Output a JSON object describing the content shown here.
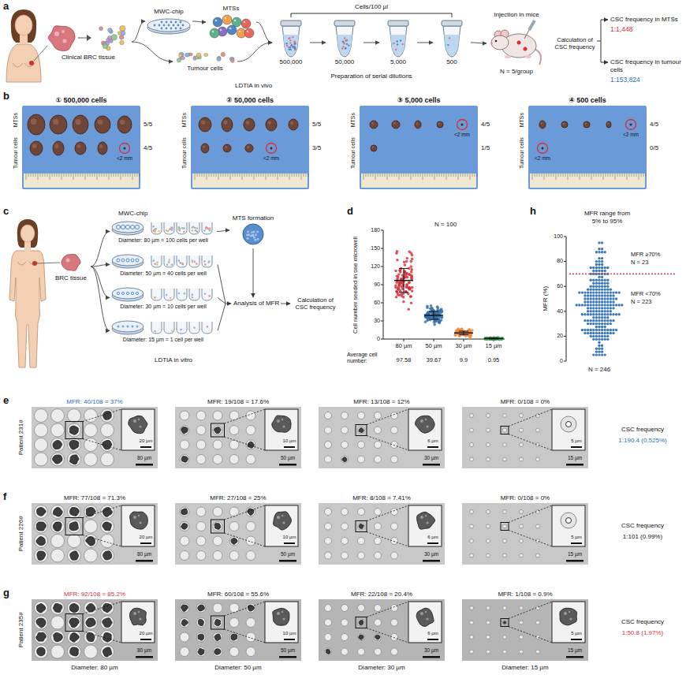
{
  "diagram": {
    "nodes": [
      {
        "text": [
          "Clinical BRC tissue"
        ]
      },
      {
        "text": [
          "MWC-chip"
        ]
      },
      {
        "text": [
          "MTSs"
        ]
      },
      {
        "text": [
          "Tumour cells"
        ]
      },
      {
        "text": [
          "500,000"
        ]
      },
      {
        "text": [
          "50,000"
        ]
      },
      {
        "text": [
          "5,000"
        ]
      },
      {
        "text": [
          "500"
        ]
      },
      {
        "text": [
          "Injection in mice",
          "N = 5/group"
        ]
      },
      {
        "text": [
          "① 500,000 cells"
        ]
      },
      {
        "text": [
          "② 50,000 cells"
        ]
      },
      {
        "text": [
          "③ 5,000 cells"
        ]
      },
      {
        "text": [
          "④ 500 cells"
        ]
      },
      {
        "text": [
          "BRC tissue"
        ]
      },
      {
        "text": [
          "Diameter: 80 µm = 100 cells per well"
        ]
      },
      {
        "text": [
          "Diameter: 50 µm = 40 cells per well"
        ]
      },
      {
        "text": [
          "Diameter: 30 µm = 10 cells per well"
        ]
      },
      {
        "text": [
          "Diameter: 15 µm = 1 cell per well"
        ]
      },
      {
        "text": [
          "MTS formation"
        ]
      },
      {
        "text": [
          "MFR: 40/108 = 37%"
        ]
      },
      {
        "text": [
          "MFR: 19/108 = 17.6%"
        ]
      },
      {
        "text": [
          "MFR: 13/108 = 12%"
        ]
      },
      {
        "text": [
          "MFR: 0/108 = 0%"
        ]
      },
      {
        "text": [
          "MFR: 77/108 = 71.3%"
        ]
      },
      {
        "text": [
          "MFR: 27/108 = 25%"
        ]
      },
      {
        "text": [
          "MFR: 8/108 = 7.41%"
        ]
      },
      {
        "text": [
          "MFR: 0/108 = 0%"
        ]
      },
      {
        "text": [
          "MFR: 92/108 = 85.2%"
        ]
      },
      {
        "text": [
          "MFR: 60/108 = 55.6%"
        ]
      },
      {
        "text": [
          "MFR: 22/108 = 20.4%"
        ]
      },
      {
        "text": [
          "MFR: 1/108 = 0.9%"
        ]
      }
    ],
    "edges": [
      {
        "from": 0,
        "to": 1,
        "arrow": "to"
      },
      {
        "from": 0,
        "to": 3,
        "arrow": "to"
      },
      {
        "from": 1,
        "to": 2,
        "arrow": "to"
      },
      {
        "from": 2,
        "to": 4,
        "arrow": "to"
      },
      {
        "from": 3,
        "to": 4,
        "arrow": "to"
      },
      {
        "from": 4,
        "to": 5,
        "arrow": "to"
      },
      {
        "from": 5,
        "to": 6,
        "arrow": "to"
      },
      {
        "from": 6,
        "to": 7,
        "arrow": "to"
      },
      {
        "from": 7,
        "to": 8,
        "arrow": "to"
      },
      {
        "from": 13,
        "to": 14,
        "arrow": "to"
      },
      {
        "from": 13,
        "to": 15,
        "arrow": "to"
      },
      {
        "from": 13,
        "to": 16,
        "arrow": "to"
      },
      {
        "from": 13,
        "to": 17,
        "arrow": "to"
      },
      {
        "from": 14,
        "to": 18,
        "arrow": "to"
      }
    ],
    "labels": [
      "a",
      "Cells/100 µl",
      "Preparation of serial dilutions",
      "LDTIA in vivo",
      "Calculation of CSC frequency",
      "CSC frequency in MTSs",
      "1:1,448",
      "CSC frequency in tumour cells",
      "1:153,824",
      "b",
      "MTSs",
      "Tumour cells",
      "5/5",
      "4/5",
      "<2 mm",
      "MTSs",
      "Tumour cells",
      "5/5",
      "3/5",
      "<2 mm",
      "MTSs",
      "Tumour cells",
      "4/5",
      "1/5",
      "<2 mm",
      "MTSs",
      "Tumour cells",
      "4/5",
      "0/5",
      "<2 mm",
      "<2 mm",
      "c",
      "MWC-chip",
      "Analysis of MFR",
      "Calculation of CSC frequency",
      "LDTIA in vitro",
      "d",
      "N = 100",
      "Cell number seeded in one microwell",
      "180",
      "150",
      "120",
      "90",
      "60",
      "30",
      "0",
      "80 µm",
      "50 µm",
      "30 µm",
      "15 µm",
      "Average cell number:",
      "97.58",
      "39.67",
      "9.9",
      "0.95",
      "h",
      "MFR range from 5% to 95%",
      "MFR (%)",
      "100",
      "80",
      "60",
      "40",
      "20",
      "0",
      "MFR ≥70%",
      "N = 23",
      "MFR <70%",
      "N = 223",
      "N = 246",
      "e",
      "Patient 231#",
      "20 µm",
      "80 µm",
      "10 µm",
      "50 µm",
      "6 µm",
      "30 µm",
      "5 µm",
      "15 µm",
      "CSC frequency",
      "1:190.4 (0.525%)",
      "f",
      "Patient 226#",
      "20 µm",
      "80 µm",
      "10 µm",
      "50 µm",
      "6 µm",
      "30 µm",
      "5 µm",
      "15 µm",
      "CSC frequency",
      "1:101 (0.99%)",
      "g",
      "Patient 235#",
      "20 µm",
      "80 µm",
      "10 µm",
      "50 µm",
      "6 µm",
      "30 µm",
      "5 µm",
      "15 µm",
      "CSC frequency",
      "1:50.8 (1.97%)",
      "Diameter: 80 µm",
      "Diameter: 50 µm",
      "Diameter: 30 µm",
      "Diameter: 15 µm"
    ]
  }
}
